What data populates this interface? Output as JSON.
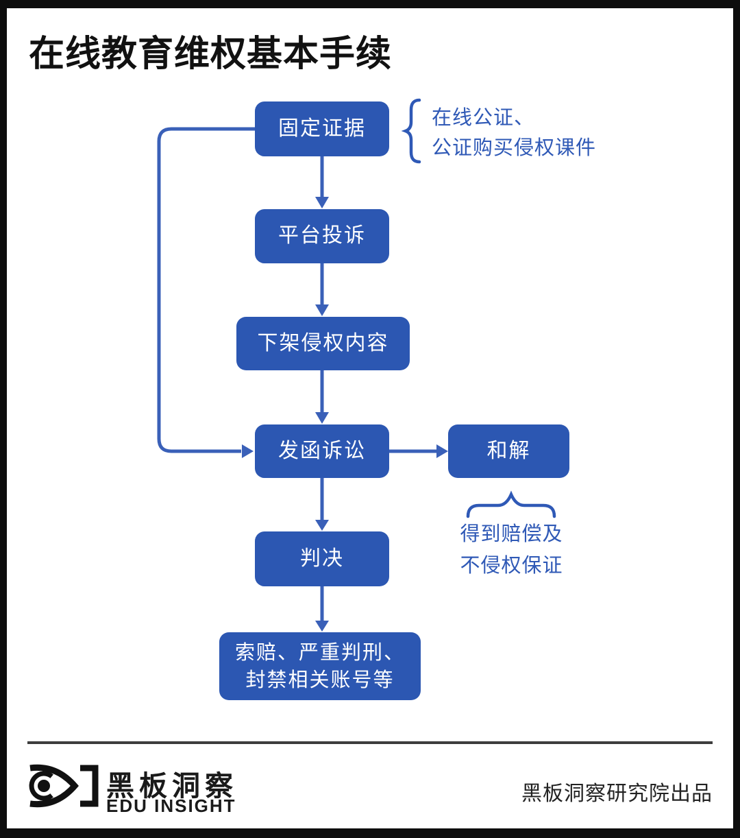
{
  "title": "在线教育维权基本手续",
  "flow": {
    "nodes": [
      {
        "label": "固定证据"
      },
      {
        "label": "平台投诉"
      },
      {
        "label": "下架侵权内容"
      },
      {
        "label": "发函诉讼"
      },
      {
        "label": "和解"
      },
      {
        "label": "判决"
      },
      {
        "line1": "索赔、严重判刑、",
        "line2": "封禁相关账号等"
      }
    ],
    "evidence_note": {
      "line1": "在线公证、",
      "line2": "公证购买侵权课件"
    },
    "settlement_note": {
      "line1": "得到赔偿及",
      "line2": "不侵权保证"
    }
  },
  "footer": {
    "brand_cn": "黑板洞察",
    "brand_en": "EDU INSIGHT",
    "credit": "黑板洞察研究院出品"
  },
  "colors": {
    "node_fill": "#2c57b2",
    "connector_blue": "#3a60b8",
    "note_text": "#2f59b6",
    "frame_black": "#0d0d0d"
  }
}
